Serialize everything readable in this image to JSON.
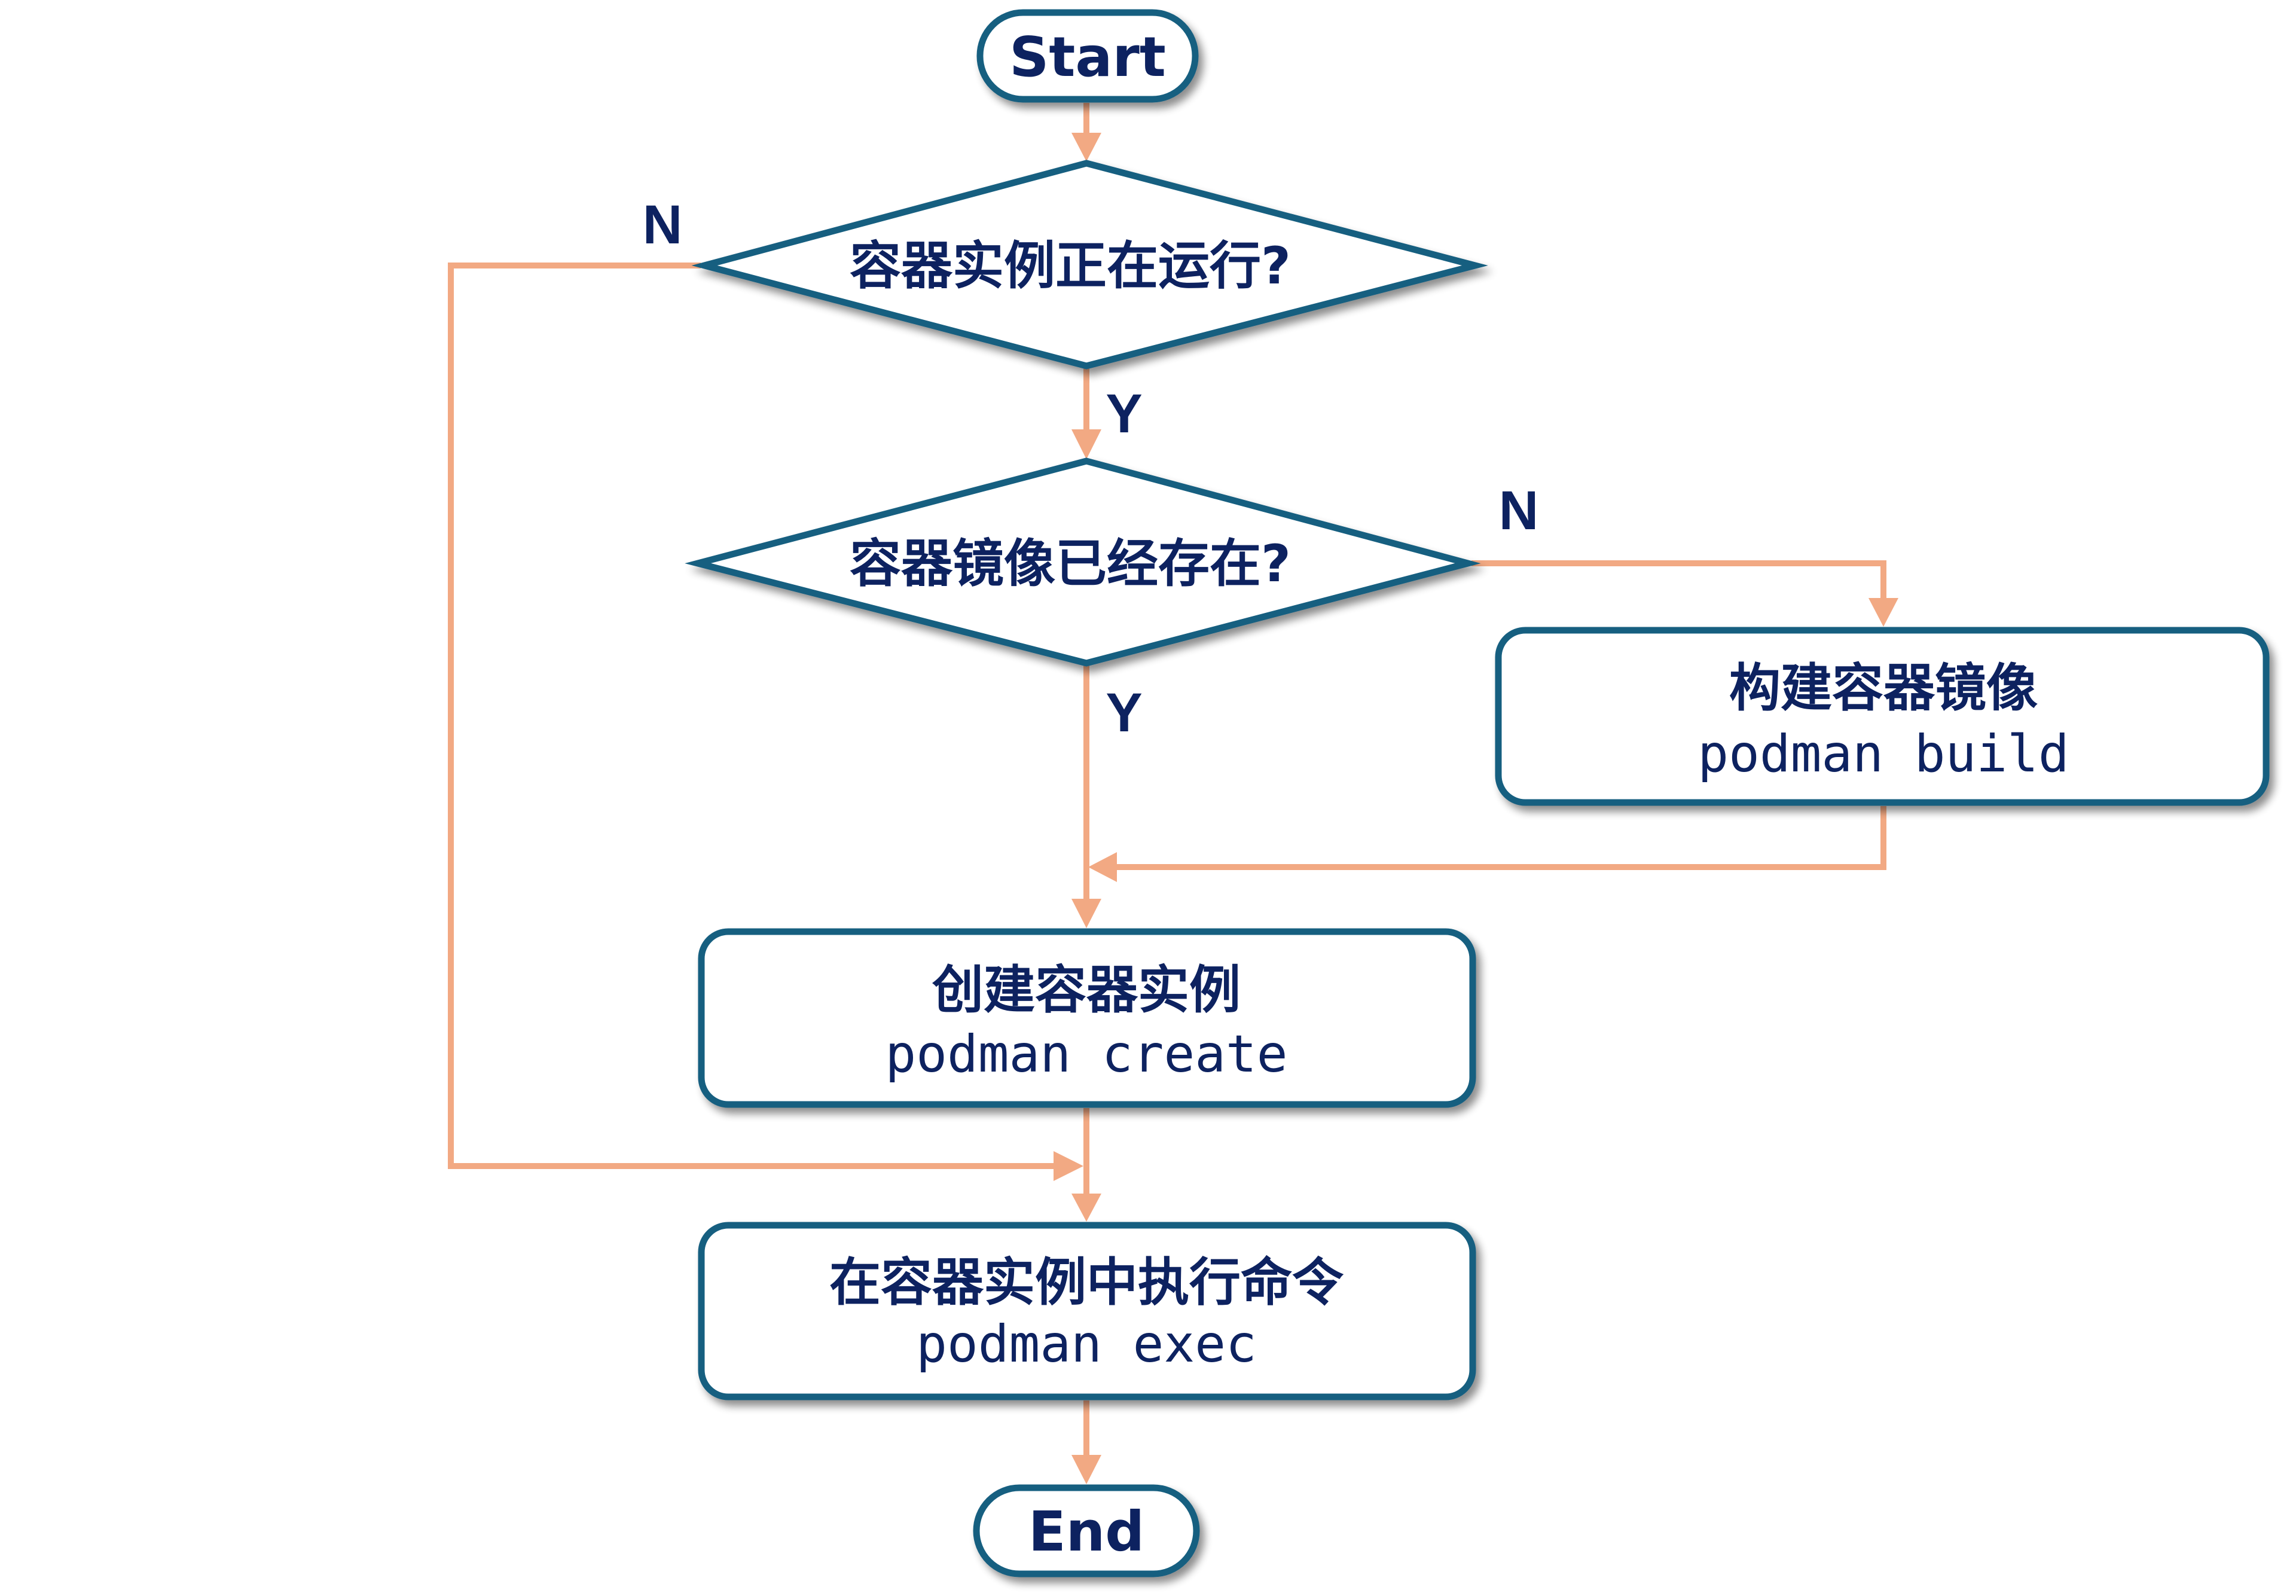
{
  "colors": {
    "node_border": "#185f80",
    "node_fill": "#ffffff",
    "text": "#0d2260",
    "edge": "#f2a983"
  },
  "nodes": {
    "start": {
      "label": "Start",
      "shape": "terminal"
    },
    "decision_running": {
      "label": "容器实例正在运行?",
      "shape": "decision"
    },
    "decision_image_exists": {
      "label": "容器镜像已经存在?",
      "shape": "decision"
    },
    "build_image": {
      "label": "构建容器镜像",
      "command": "podman build",
      "shape": "process"
    },
    "create_instance": {
      "label": "创建容器实例",
      "command": "podman create",
      "shape": "process"
    },
    "exec_command": {
      "label": "在容器实例中执行命令",
      "command": "podman exec",
      "shape": "process"
    },
    "end": {
      "label": "End",
      "shape": "terminal"
    }
  },
  "edges": [
    {
      "from": "start",
      "to": "decision_running",
      "label": ""
    },
    {
      "from": "decision_running",
      "to": "decision_image_exists",
      "label": "Y"
    },
    {
      "from": "decision_running",
      "to": "exec_command",
      "label": "N"
    },
    {
      "from": "decision_image_exists",
      "to": "create_instance",
      "label": "Y"
    },
    {
      "from": "decision_image_exists",
      "to": "build_image",
      "label": "N"
    },
    {
      "from": "build_image",
      "to": "create_instance",
      "label": ""
    },
    {
      "from": "create_instance",
      "to": "exec_command",
      "label": ""
    },
    {
      "from": "exec_command",
      "to": "end",
      "label": ""
    }
  ],
  "labels": {
    "yes": "Y",
    "no": "N"
  }
}
